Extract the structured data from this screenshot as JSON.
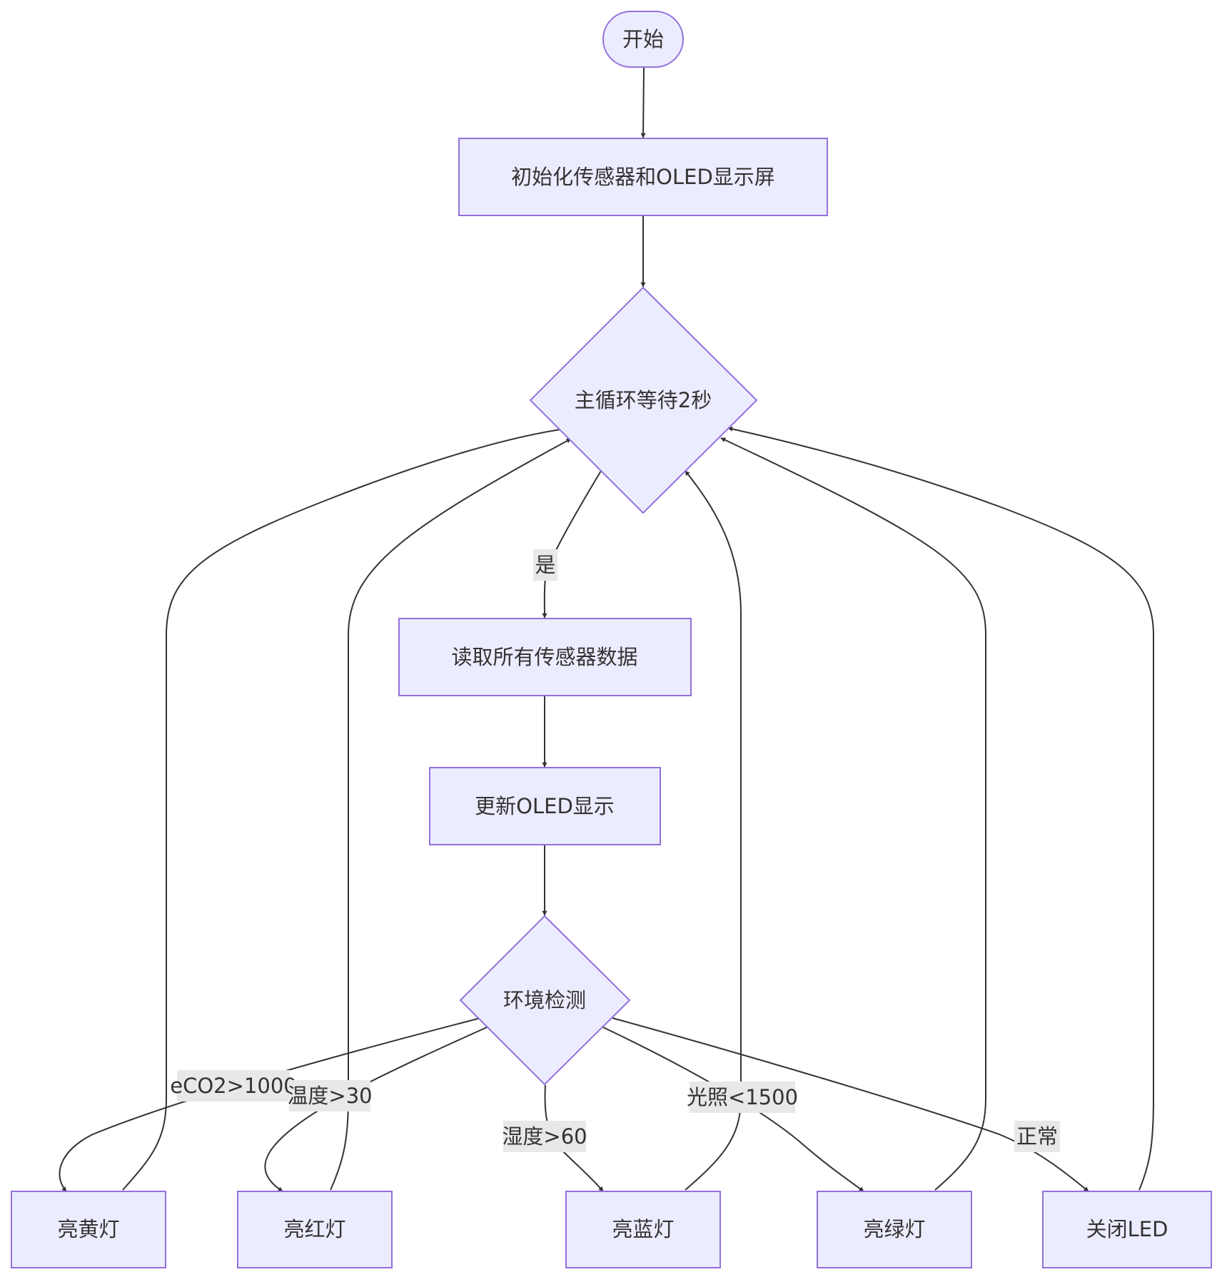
{
  "nodes": {
    "start": "开始",
    "init": "初始化传感器和OLED显示屏",
    "main_loop": "主循环等待2秒",
    "read_sensors": "读取所有传感器数据",
    "update_display": "更新OLED显示",
    "env_check": "环境检测",
    "yellow": "亮黄灯",
    "red": "亮红灯",
    "blue": "亮蓝灯",
    "green": "亮绿灯",
    "off": "关闭LED"
  },
  "edges": {
    "yes": "是",
    "eco2": "eCO2>1000",
    "temp": "温度>30",
    "humidity": "湿度>60",
    "light": "光照<1500",
    "normal": "正常"
  },
  "colors": {
    "node_fill": "#ececff",
    "node_stroke": "#9370db",
    "edge": "#333333",
    "label_bg": "#e8e8e8"
  }
}
